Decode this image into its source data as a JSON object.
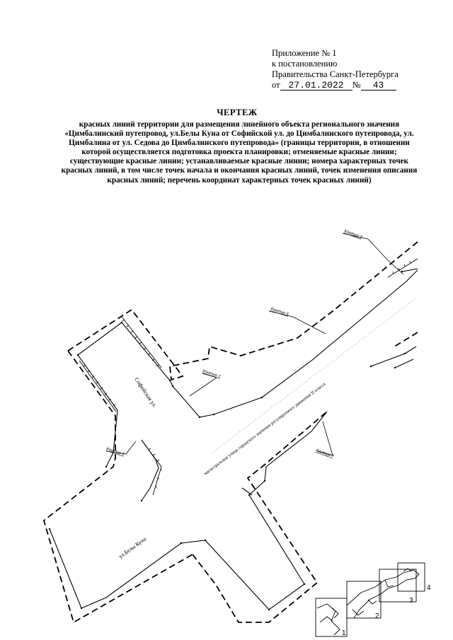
{
  "appendix": {
    "line1": "Приложение № 1",
    "line2": "к постановлению",
    "line3": "Правительства Санкт-Петербурга",
    "date_prefix": "от",
    "date": "27.01.2022",
    "number_prefix": "№",
    "number": "43"
  },
  "title": "ЧЕРТЕЖ",
  "description": "красных линий территории для размещения линейного объекта регионального значения «Цимбалинский путепровод, ул.Белы Куна от Софийской ул. до Цимбалинского путепровода, ул. Цимбалина от ул. Седова до Цимбалинского путепровода» (границы территории, в отношении которой осуществляется подготовка проекта планировки; отменяемые красные линии; существующие красные линии; устанавливаемые красные линии;   номера характерных точек красных линий, в том числе точек начала и окончания красных линий, точек изменения описания красных линий; перечень координат характерных точек красных линий)",
  "map": {
    "streets": {
      "sofiyskaya": "Софийская ул.",
      "bely_kuna": "ул.Белы Куна",
      "magistral": "магистральная улица городского значения регулируемого движения  II класса"
    },
    "contours": [
      "Контур 1",
      "Контур 3",
      "Контур 5",
      "Контур 6",
      "Контур 7"
    ],
    "sheets": [
      "1",
      "2",
      "3",
      "4"
    ]
  }
}
